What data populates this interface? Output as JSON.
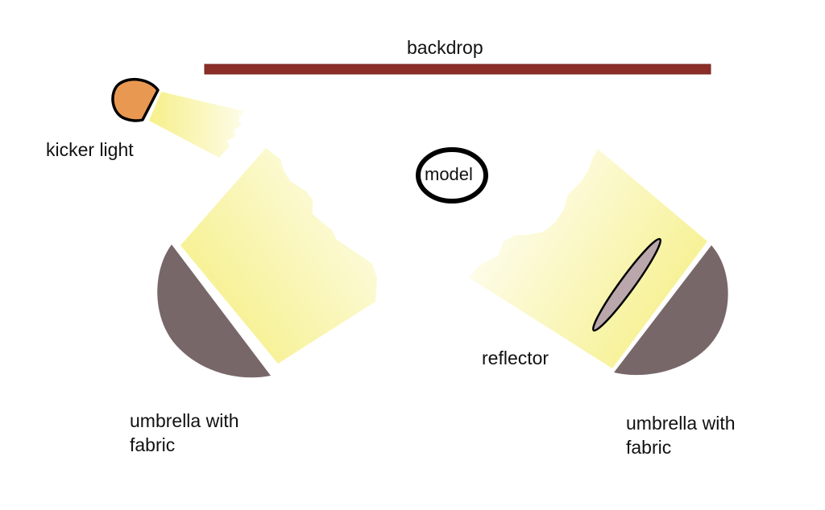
{
  "labels": {
    "backdrop": "backdrop",
    "kicker_light": "kicker light",
    "model": "model",
    "reflector": "reflector",
    "umbrella_left": "umbrella with\nfabric",
    "umbrella_right": "umbrella with\nfabric"
  },
  "colors": {
    "backdrop": "#8b2e28",
    "kicker_head": "#e99852",
    "umbrella": "#786769",
    "light_beam": "#f6f08a",
    "reflector": "#b9a7ab"
  }
}
